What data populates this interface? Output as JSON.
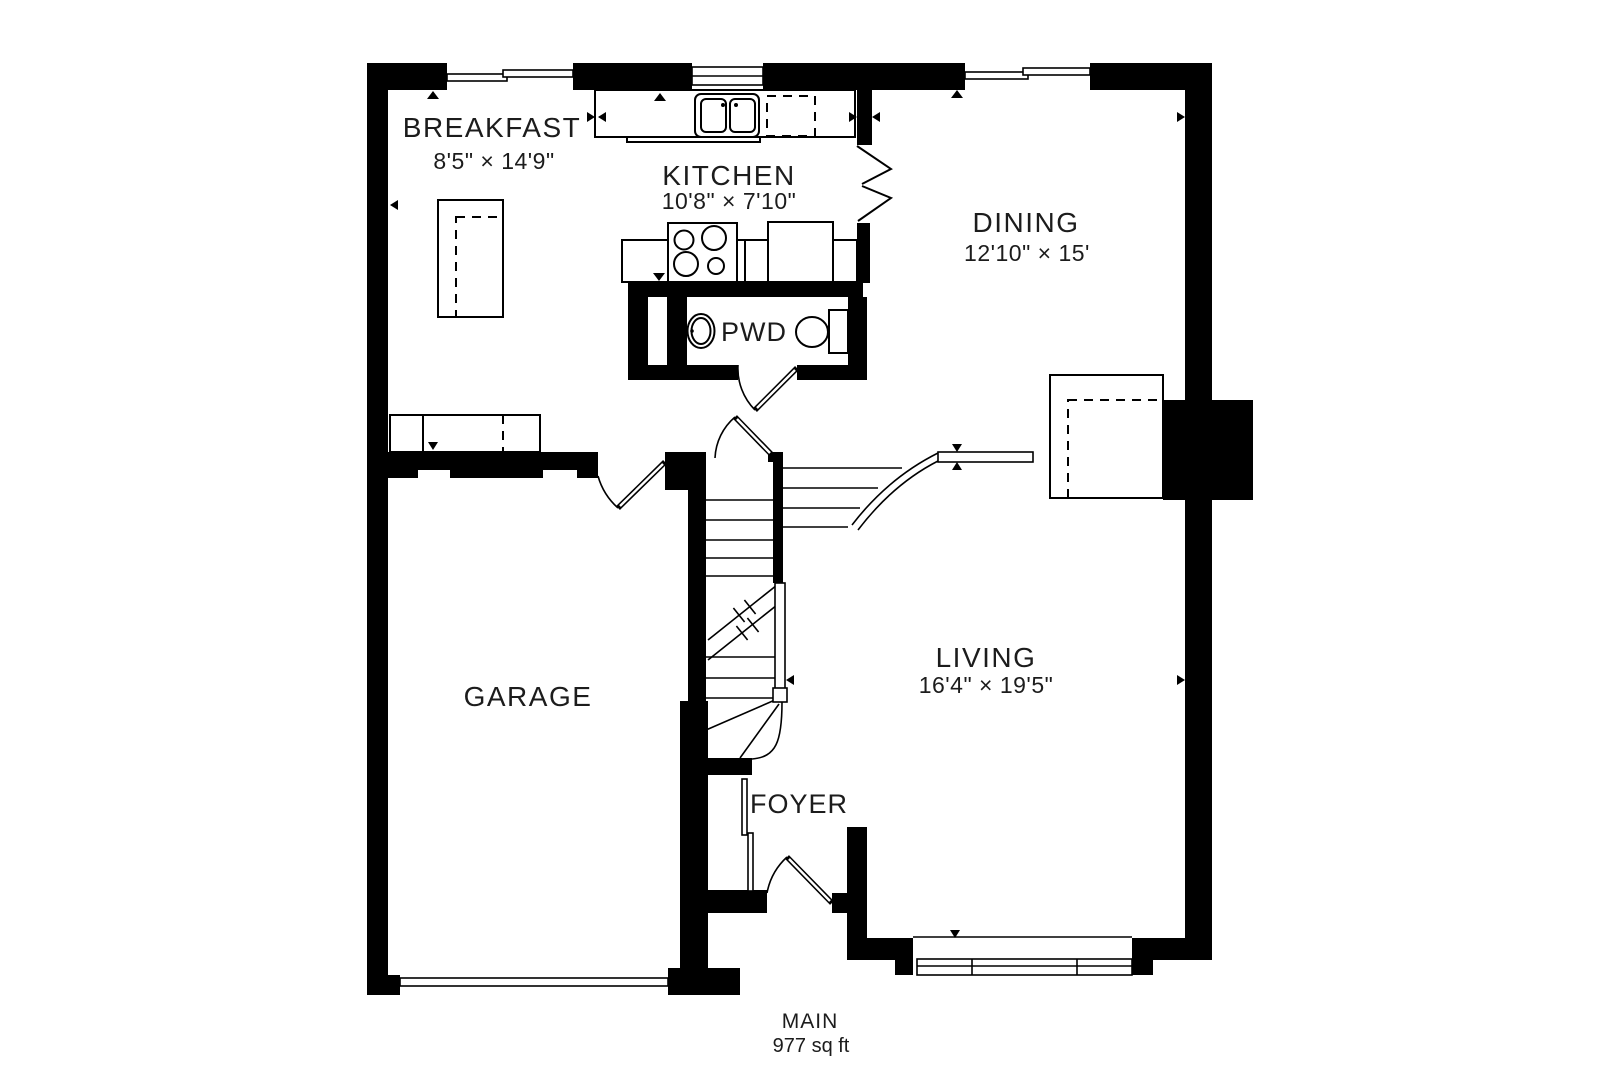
{
  "plan": {
    "floor": {
      "label": "MAIN",
      "area": "977 sq ft"
    },
    "rooms": {
      "breakfast": {
        "name": "BREAKFAST",
        "dims": "8'5\" × 14'9\""
      },
      "kitchen": {
        "name": "KITCHEN",
        "dims": "10'8\" × 7'10\""
      },
      "dining": {
        "name": "DINING",
        "dims": "12'10\" × 15'"
      },
      "pwd": {
        "name": "PWD"
      },
      "garage": {
        "name": "GARAGE"
      },
      "living": {
        "name": "LIVING",
        "dims": "16'4\" × 19'5\""
      },
      "foyer": {
        "name": "FOYER"
      }
    },
    "colors": {
      "wall": "#000000",
      "background": "#ffffff",
      "text": "#1c1c1c"
    }
  }
}
